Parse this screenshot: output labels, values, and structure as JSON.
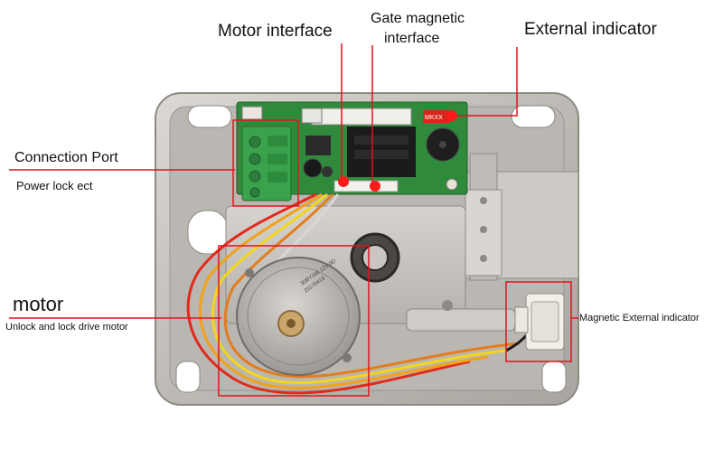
{
  "labels": {
    "motor_interface": "Motor interface",
    "gate_magnetic_line1": "Gate magnetic",
    "gate_magnetic_line2": "interface",
    "external_indicator": "External indicator",
    "connection_port": "Connection Port",
    "power_lock": "Power lock ect",
    "motor": "motor",
    "motor_desc": "Unlock and lock drive motor",
    "magnetic_external_indicator": "Magnetic External indicator"
  },
  "pcb": {
    "silkscreen": "MKXX"
  },
  "motor_sticker": {
    "line1": "30BYJ48 12V 0D",
    "line2": "20170419"
  },
  "colors": {
    "callout": "#e0141c",
    "text": "#111111",
    "metal": "#c9c6c2",
    "pcb": "#2f8a3c",
    "terminal": "#3aa24c"
  }
}
